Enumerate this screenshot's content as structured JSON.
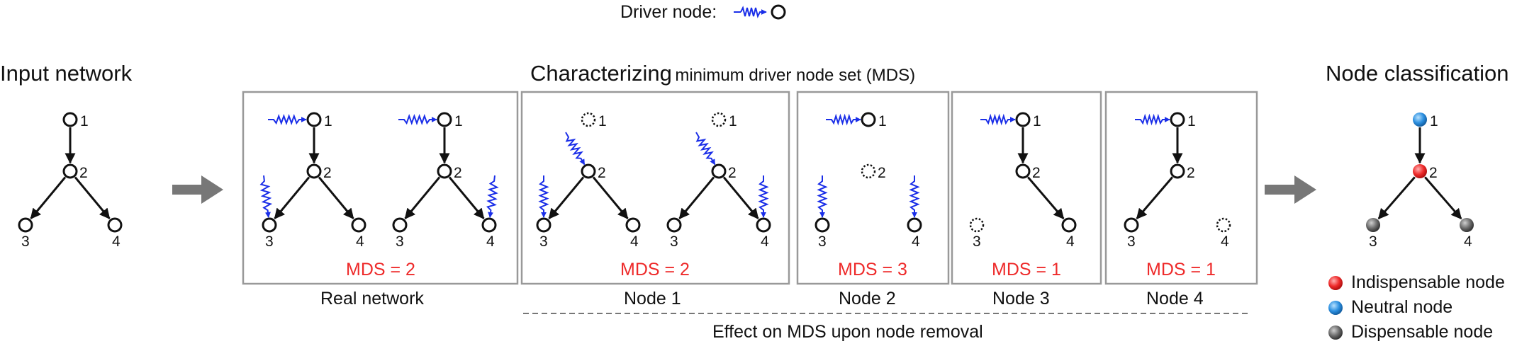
{
  "legend_driver": {
    "label": "Driver node:"
  },
  "headings": {
    "input_network": "Input network",
    "characterizing_big": "Characterizing",
    "characterizing_small": "minimum driver node set (MDS)",
    "node_classification": "Node classification"
  },
  "panels": [
    {
      "caption": "Real  network",
      "mds": "MDS = 2",
      "node_labels": [
        "1",
        "2",
        "3",
        "4"
      ]
    },
    {
      "caption": "Node 1",
      "mds": "MDS = 2",
      "node_labels": [
        "1",
        "2",
        "3",
        "4"
      ]
    },
    {
      "caption": "Node 2",
      "mds": "MDS = 3",
      "node_labels": [
        "1",
        "2",
        "3",
        "4"
      ]
    },
    {
      "caption": "Node 3",
      "mds": "MDS = 1",
      "node_labels": [
        "1",
        "2",
        "3",
        "4"
      ]
    },
    {
      "caption": "Node 4",
      "mds": "MDS = 1",
      "node_labels": [
        "1",
        "2",
        "3",
        "4"
      ]
    }
  ],
  "input_network": {
    "node_labels": [
      "1",
      "2",
      "3",
      "4"
    ]
  },
  "classification": {
    "node_labels": [
      "1",
      "2",
      "3",
      "4"
    ]
  },
  "removal_caption": "Effect on MDS upon node removal",
  "legend_classes": [
    {
      "label": "Indispensable node",
      "color": "#e8222a"
    },
    {
      "label": "Neutral node",
      "color": "#2b8fe0"
    },
    {
      "label": "Dispensable node",
      "color": "#555555"
    }
  ],
  "colors": {
    "driver": "#1a2ee8",
    "mds": "#ee2a2a",
    "arrow": "#777777",
    "frame": "#999999"
  }
}
